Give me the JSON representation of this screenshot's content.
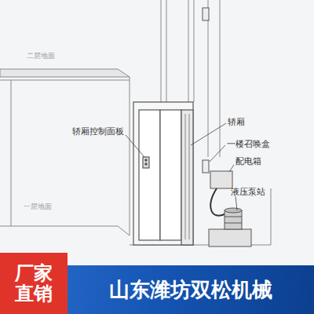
{
  "diagram": {
    "nodes": [
      {
        "text": [
          "厂家 直销"
        ]
      },
      {
        "text": [
          "山东潍坊双松机械"
        ]
      }
    ],
    "labels": [
      "二层地面",
      "一层地面",
      "轿厢控制面板",
      "轿厢",
      "一楼召唤盒",
      "配电箱",
      "液压泵站"
    ]
  }
}
